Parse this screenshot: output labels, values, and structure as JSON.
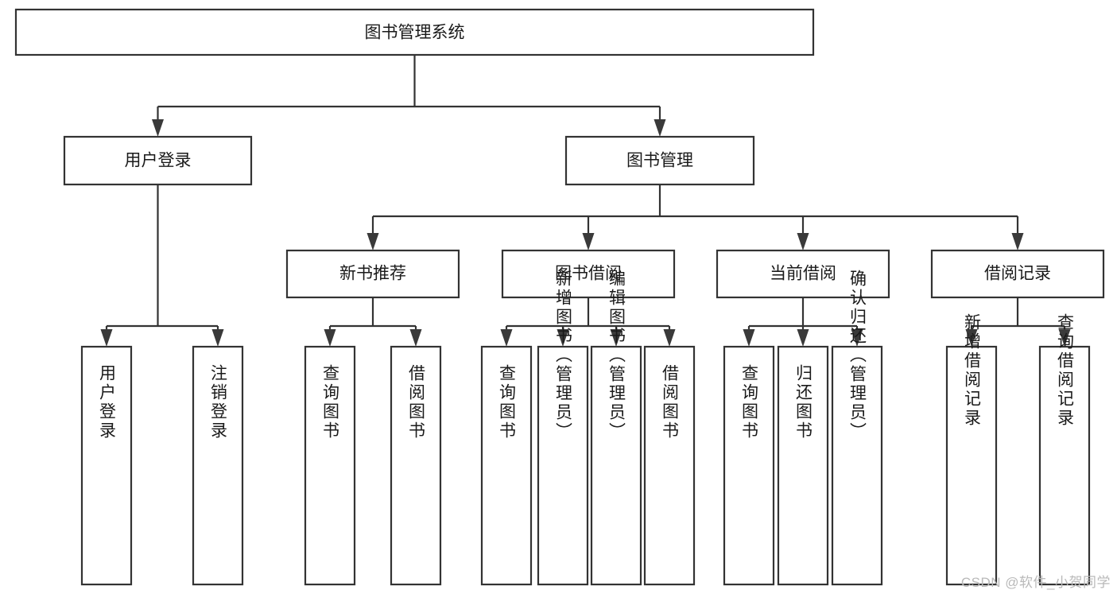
{
  "diagram": {
    "title": "图书管理系统",
    "type": "hierarchy-tree",
    "watermark": "CSDN @软件_小贺同学",
    "colors": {
      "box_stroke": "#333333",
      "box_fill": "#ffffff",
      "text": "#1a1a1a",
      "background": "#ffffff",
      "watermark": "#b9b9b9"
    },
    "root": {
      "label": "图书管理系统"
    },
    "level2": [
      {
        "label": "用户登录"
      },
      {
        "label": "图书管理"
      }
    ],
    "level3": [
      {
        "label": "新书推荐"
      },
      {
        "label": "图书借阅"
      },
      {
        "label": "当前借阅"
      },
      {
        "label": "借阅记录"
      }
    ],
    "leaves": {
      "user_login": [
        {
          "label": "用户登录"
        },
        {
          "label": "注销登录"
        }
      ],
      "new_book_recommend": [
        {
          "label": "查询图书"
        },
        {
          "label": "借阅图书"
        }
      ],
      "book_borrow": [
        {
          "label": "查询图书"
        },
        {
          "label": "新增图书（管理员）"
        },
        {
          "label": "编辑图书（管理员）"
        },
        {
          "label": "借阅图书"
        }
      ],
      "current_borrow": [
        {
          "label": "查询图书"
        },
        {
          "label": "归还图书"
        },
        {
          "label": "确认归还（管理员）"
        }
      ],
      "borrow_record": [
        {
          "label": "新增借阅记录"
        },
        {
          "label": "查询借阅记录"
        }
      ]
    }
  }
}
